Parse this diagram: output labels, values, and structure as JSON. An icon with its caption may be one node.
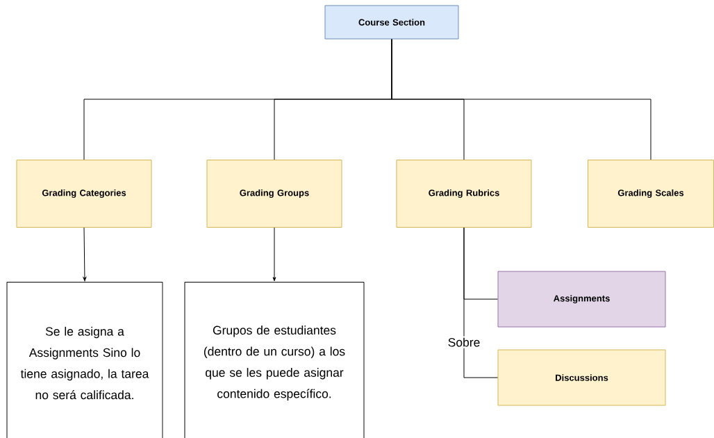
{
  "diagram": {
    "nodes": [
      {
        "text": [
          "Course Section"
        ]
      },
      {
        "text": [
          "Grading Categories"
        ]
      },
      {
        "text": [
          "Grading Groups"
        ]
      },
      {
        "text": [
          "Grading Rubrics"
        ]
      },
      {
        "text": [
          "Grading Scales"
        ]
      },
      {
        "text": [
          "Se le asigna a Assignments Sino lo tiene asignado, la tarea no será calificada."
        ]
      },
      {
        "text": [
          "Grupos de estudiantes (dentro de un curso) a los que se les puede asignar contenido específico."
        ]
      },
      {
        "text": [
          "Assignments"
        ]
      },
      {
        "text": [
          "Discussions"
        ]
      }
    ],
    "edges": [
      {
        "from": 0,
        "to": 1,
        "arrow": "none"
      },
      {
        "from": 0,
        "to": 2,
        "arrow": "none"
      },
      {
        "from": 0,
        "to": 3,
        "arrow": "none"
      },
      {
        "from": 0,
        "to": 4,
        "arrow": "none"
      },
      {
        "from": 1,
        "to": 5,
        "arrow": "to"
      },
      {
        "from": 2,
        "to": 6,
        "arrow": "to"
      },
      {
        "from": 3,
        "to": 7,
        "arrow": "none"
      },
      {
        "from": 3,
        "to": 8,
        "arrow": "none",
        "label": "Sobre"
      }
    ]
  }
}
